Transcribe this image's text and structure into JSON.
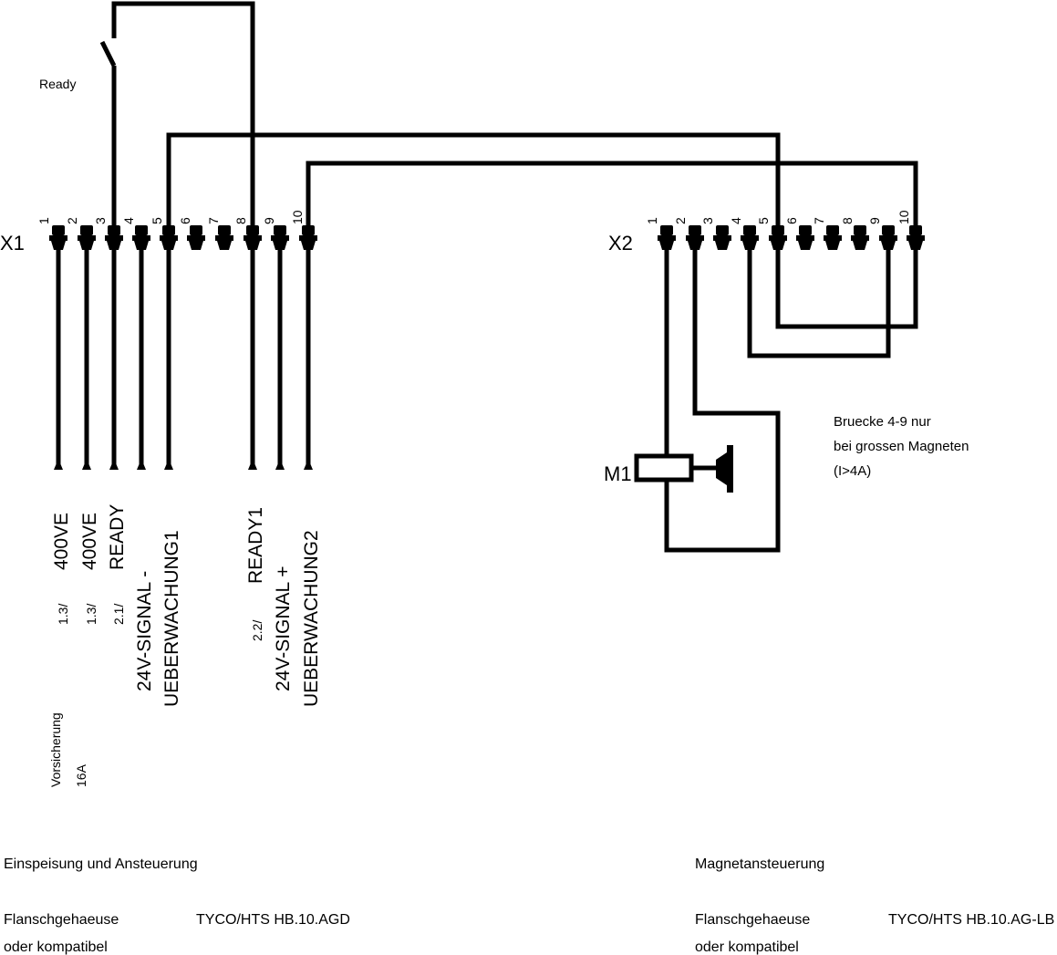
{
  "switch_label": "Ready",
  "x1": {
    "label": "X1",
    "pins": [
      "1",
      "2",
      "3",
      "4",
      "5",
      "6",
      "7",
      "8",
      "9",
      "10"
    ]
  },
  "x2": {
    "label": "X2",
    "pins": [
      "1",
      "2",
      "3",
      "4",
      "5",
      "6",
      "7",
      "8",
      "9",
      "10"
    ]
  },
  "motor_label": "M1",
  "bridge_note": [
    "Bruecke 4-9 nur",
    "bei grossen Magneten",
    "(I>4A)"
  ],
  "x1_signals": {
    "sig1": {
      "ref": "1.3/",
      "name": "400VE"
    },
    "sig2": {
      "ref": "1.3/",
      "name": "400VE"
    },
    "sig3": {
      "ref": "2.1/",
      "name": "READY"
    },
    "sig4": {
      "name": "24V-SIGNAL -"
    },
    "sig5": {
      "name": "UEBERWACHUNG1"
    },
    "sig8": {
      "ref": "2.2/",
      "name": "READY1"
    },
    "sig9": {
      "name": "24V-SIGNAL +"
    },
    "sig10": {
      "name": "UEBERWACHUNG2"
    }
  },
  "fuse": {
    "line1": "Vorsicherung",
    "line2": "16A"
  },
  "left_block": {
    "title": "Einspeisung und Ansteuerung",
    "housing_label": "Flanschgehaeuse",
    "housing_value": "TYCO/HTS HB.10.AGD",
    "alt": "oder kompatibel"
  },
  "right_block": {
    "title": "Magnetansteuerung",
    "housing_label": "Flanschgehaeuse",
    "housing_value": "TYCO/HTS HB.10.AG-LB",
    "alt": "oder kompatibel"
  }
}
